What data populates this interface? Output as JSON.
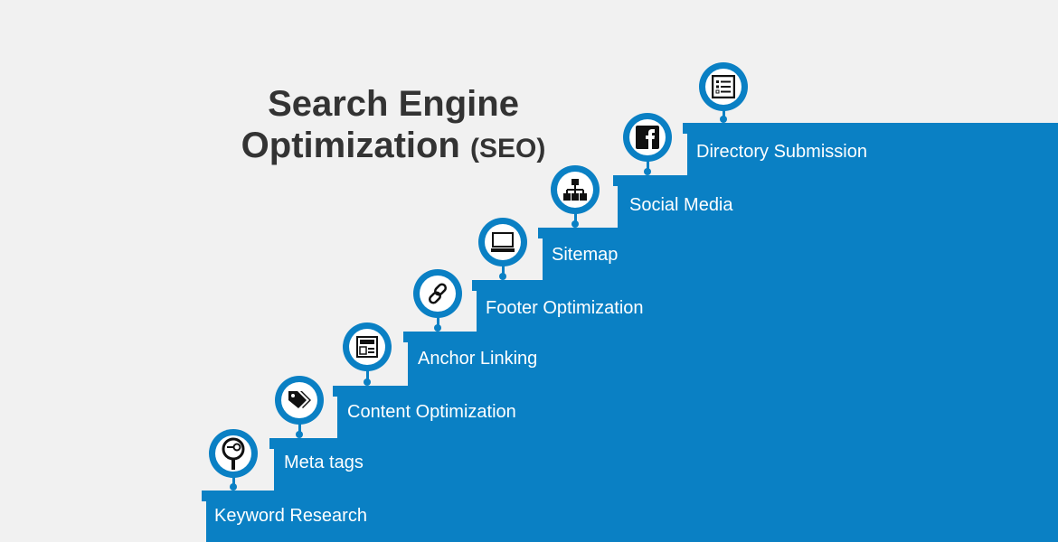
{
  "title": {
    "line1": "Search Engine",
    "line2_main": "Optimization",
    "line2_suffix": "(SEO)"
  },
  "steps": [
    {
      "label": "Keyword Research",
      "icon": "key-magnifier-icon"
    },
    {
      "label": "Meta tags",
      "icon": "tags-icon"
    },
    {
      "label": "Content Optimization",
      "icon": "layout-icon"
    },
    {
      "label": "Anchor Linking",
      "icon": "link-icon"
    },
    {
      "label": "Footer Optimization",
      "icon": "laptop-icon"
    },
    {
      "label": "Sitemap",
      "icon": "sitemap-icon"
    },
    {
      "label": "Social Media",
      "icon": "facebook-icon"
    },
    {
      "label": "Directory Submission",
      "icon": "list-icon"
    }
  ],
  "colors": {
    "accent": "#0a80c4",
    "background": "#f1f1f1",
    "title": "#333333"
  }
}
